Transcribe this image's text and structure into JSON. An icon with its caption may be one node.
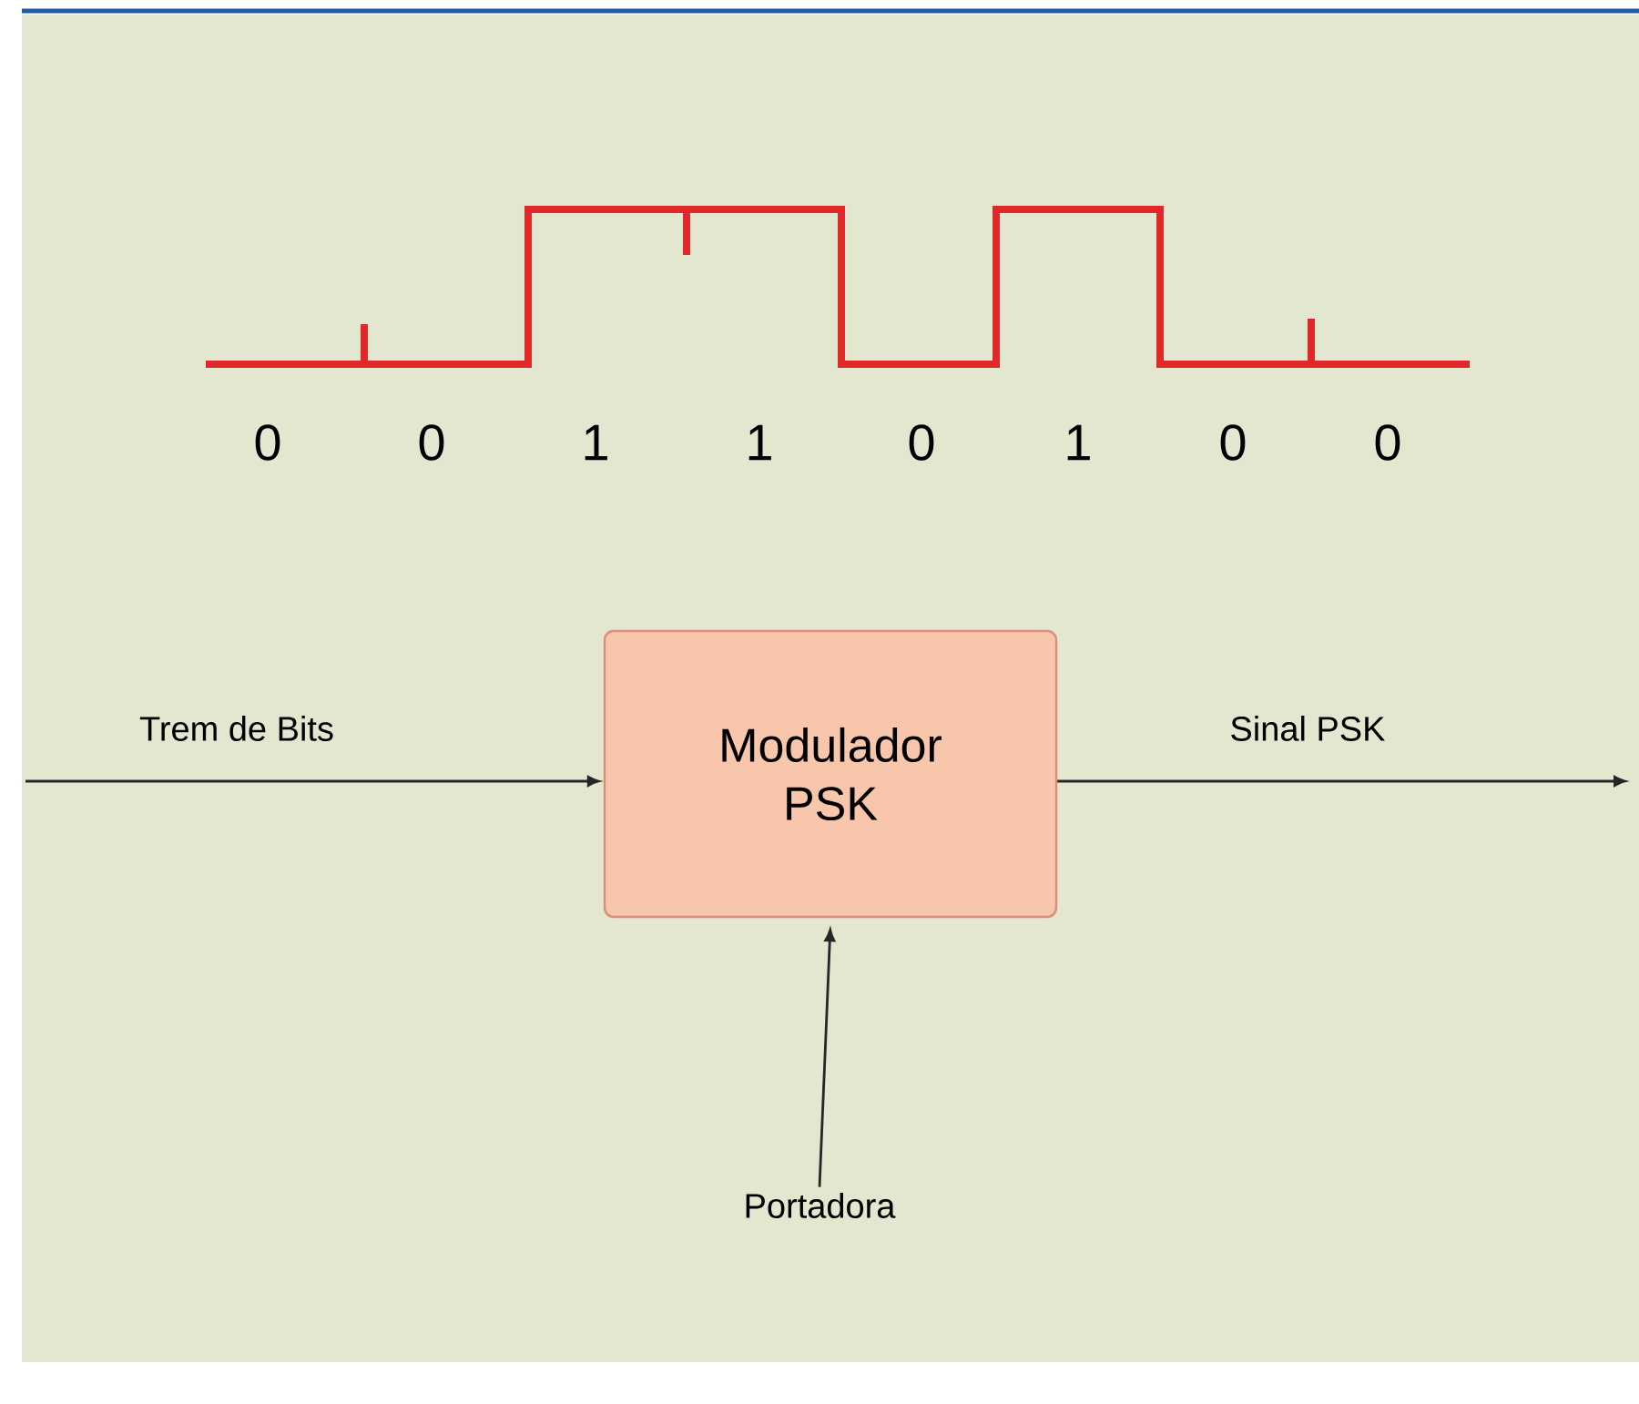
{
  "diagram": {
    "nodes": [
      {
        "text": [
          "Modulador PSK"
        ]
      },
      {
        "text": [
          "Portadora"
        ]
      }
    ],
    "edges": [
      {
        "from": null,
        "to": 0,
        "arrow": "to",
        "label": "Trem de Bits"
      },
      {
        "from": 0,
        "to": null,
        "arrow": "to",
        "label": "Sinal PSK"
      },
      {
        "from": 1,
        "to": 0,
        "arrow": "to"
      }
    ],
    "labels": [
      "0",
      "0",
      "1",
      "1",
      "0",
      "1",
      "0",
      "0"
    ]
  }
}
